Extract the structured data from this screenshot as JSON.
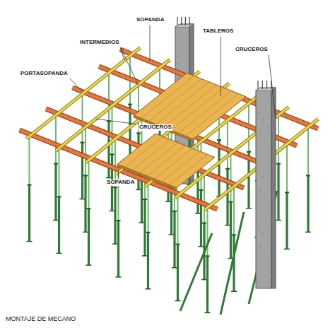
{
  "diagram": {
    "caption": "MONTAJE DE MECANO",
    "labels": [
      "SOPANDA",
      "INTERMEDIOS",
      "TABLEROS",
      "CRUCEROS",
      "PORTASOPANDA",
      "CRUCEROS",
      "SOPANDA"
    ]
  }
}
